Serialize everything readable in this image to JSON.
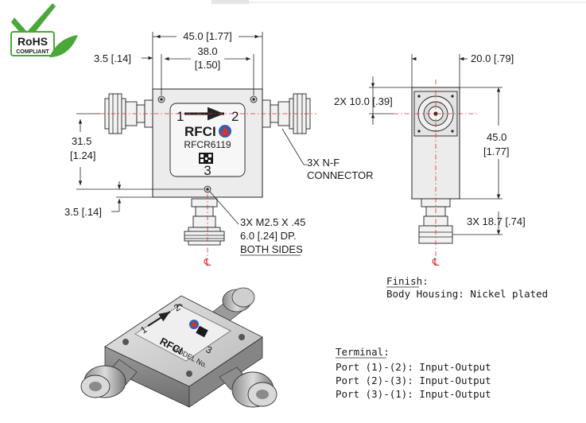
{
  "badge": {
    "title": "RoHS",
    "subtitle": "COMPLIANT"
  },
  "front_view": {
    "dim_overall_width": "45.0 [1.77]",
    "dim_hole_spacing_top": "38.0",
    "dim_hole_spacing_top_in": "[1.50]",
    "dim_left_offset": "3.5 [.14]",
    "dim_height_a": "31.5",
    "dim_height_b": "[1.24]",
    "dim_bottom_offset": "3.5 [.14]",
    "connector_note_line1": "3X N-F",
    "connector_note_line2": "CONNECTOR",
    "hole_note_line1": "3X M2.5 X .45",
    "hole_note_line2": "6.0 [.24] DP.",
    "hole_note_line3": "BOTH SIDES",
    "label": {
      "port1": "1",
      "port2": "2",
      "port3": "3",
      "brand": "RFCI",
      "model": "RFCR6119"
    },
    "centerline_symbol": "℄"
  },
  "side_view": {
    "dim_depth": "20.0 [.79]",
    "dim_connector_spacing": "2X 10.0 [.39]",
    "dim_height_a": "45.0",
    "dim_height_b": "[1.77]",
    "dim_connector_offset": "3X 18.7 [.74]",
    "centerline_symbol": "℄"
  },
  "iso_view": {
    "port1": "1",
    "port2": "2",
    "port3": "3",
    "brand": "RFCI",
    "model_text": "MODEL No."
  },
  "finish": {
    "title": "Finish:",
    "line": "Body Housing: Nickel plated"
  },
  "terminal": {
    "title": "Terminal:",
    "lines": [
      "Port (1)-(2): Input-Output",
      "Port (2)-(3): Input-Output",
      "Port (3)-(1): Input-Output"
    ]
  },
  "colors": {
    "badge_green": "#4aa83a",
    "centerline_red": "#e03030",
    "logo_blue": "#2b62b8",
    "logo_red": "#d8322f"
  }
}
